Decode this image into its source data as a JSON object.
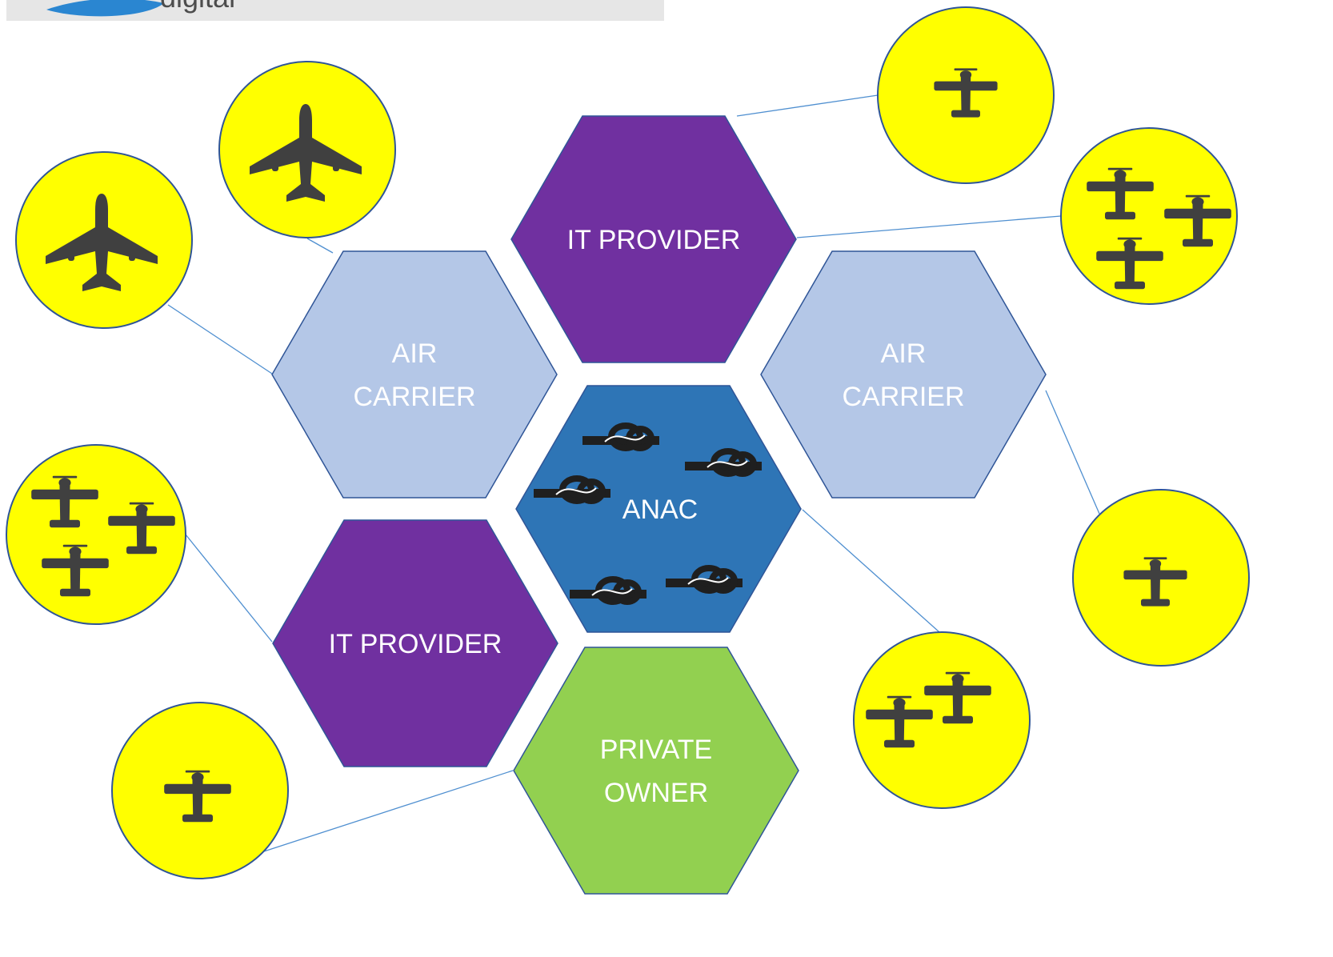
{
  "banner": {
    "text": "digital",
    "background": "#e6e6e6",
    "text_color": "#4d4d4d",
    "logo_color": "#2a86d1"
  },
  "colors": {
    "it_provider": "#7030a0",
    "air_carrier": "#b4c7e7",
    "anac": "#2e75b6",
    "private_owner": "#92d050",
    "circle_fill": "#ffff00",
    "circle_stroke": "#2f5597",
    "link_line": "#4f8fd0",
    "aircraft": "#404040",
    "label": "#ffffff"
  },
  "hexagons": [
    {
      "id": "it-provider-top",
      "lines": [
        "IT PROVIDER"
      ]
    },
    {
      "id": "air-carrier-left",
      "lines": [
        "AIR",
        "CARRIER"
      ]
    },
    {
      "id": "air-carrier-right",
      "lines": [
        "AIR",
        "CARRIER"
      ]
    },
    {
      "id": "anac",
      "lines": [
        "ANAC"
      ],
      "icon": "knot-icon"
    },
    {
      "id": "it-provider-bottom",
      "lines": [
        "IT PROVIDER"
      ]
    },
    {
      "id": "private-owner",
      "lines": [
        "PRIVATE",
        "OWNER"
      ]
    }
  ],
  "aircraft_nodes": [
    {
      "id": "jet-top-left",
      "icon": "airliner-icon",
      "count": 1
    },
    {
      "id": "jet-left",
      "icon": "airliner-icon",
      "count": 1
    },
    {
      "id": "prop-top-right",
      "icon": "propeller-plane-icon",
      "count": 1
    },
    {
      "id": "props-right-three",
      "icon": "propeller-plane-icon",
      "count": 3
    },
    {
      "id": "props-left-three",
      "icon": "propeller-plane-icon",
      "count": 3
    },
    {
      "id": "prop-right-lower",
      "icon": "propeller-plane-icon",
      "count": 1
    },
    {
      "id": "props-bottom-right-two",
      "icon": "propeller-plane-icon",
      "count": 2
    },
    {
      "id": "prop-bottom-left",
      "icon": "propeller-plane-icon",
      "count": 1
    }
  ]
}
